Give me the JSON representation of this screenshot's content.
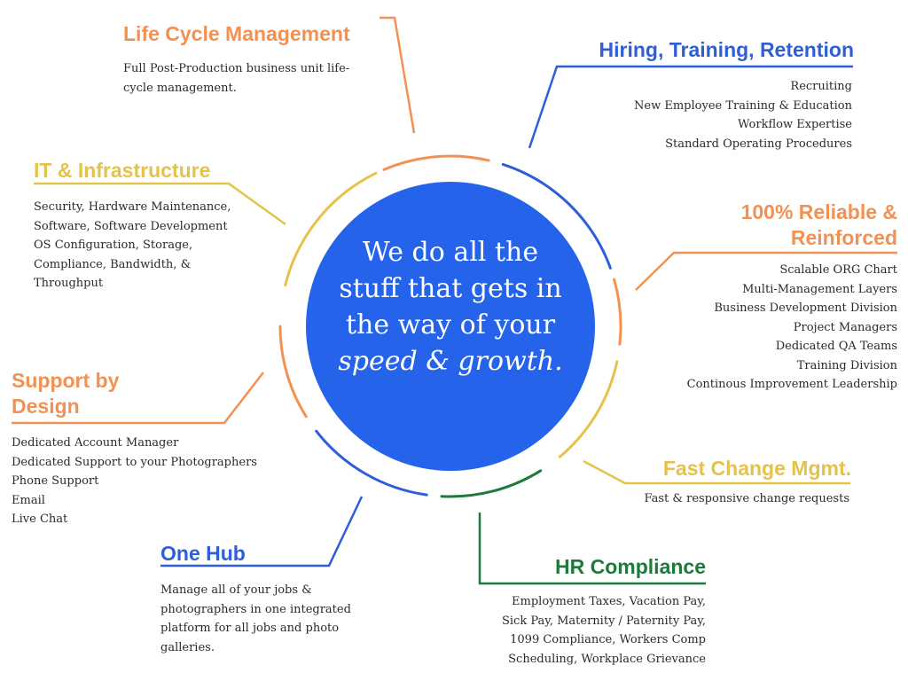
{
  "center": {
    "text_main": "We do all the stuff that gets in the way of your",
    "text_italic": "speed & growth."
  },
  "colors": {
    "circle": "#2563EB",
    "orange": "#F39152",
    "blue": "#2E5FD9",
    "yellow": "#E4C24B",
    "green": "#1D7A3B"
  },
  "sections": {
    "lifecycle": {
      "title": "Life Cycle Management",
      "text": "Full Post-Production business unit life-cycle management."
    },
    "hiring": {
      "title": "Hiring, Training, Retention",
      "items": [
        "Recruiting",
        "New Employee Training & Education",
        "Workflow Expertise",
        "Standard Operating Procedures"
      ]
    },
    "it": {
      "title": "IT & Infrastructure",
      "items": [
        "Security, Hardware Maintenance,",
        "Software, Software Development",
        "OS Configuration, Storage,",
        "Compliance, Bandwidth, &",
        "Throughput"
      ]
    },
    "reliable": {
      "title_line1": "100% Reliable &",
      "title_line2": "Reinforced",
      "items": [
        "Scalable ORG Chart",
        "Multi-Management Layers",
        "Business Development Division",
        "Project Managers",
        "Dedicated QA Teams",
        "Training Division",
        "Continous Improvement Leadership"
      ]
    },
    "support": {
      "title_line1": "Support by",
      "title_line2": "Design",
      "items": [
        "Dedicated Account Manager",
        "Dedicated Support to your Photographers",
        "Phone Support",
        "Email",
        "Live Chat"
      ]
    },
    "change": {
      "title": "Fast Change Mgmt.",
      "text": "Fast & responsive change requests"
    },
    "hub": {
      "title": "One Hub",
      "items": [
        "Manage all of your jobs &",
        "photographers in one integrated",
        "platform for all jobs and photo",
        "galleries."
      ]
    },
    "hr": {
      "title": "HR Compliance",
      "items": [
        "Employment Taxes, Vacation Pay,",
        "Sick Pay, Maternity / Paternity Pay,",
        "1099 Compliance, Workers Comp",
        "Scheduling, Workplace Grievance"
      ]
    }
  }
}
